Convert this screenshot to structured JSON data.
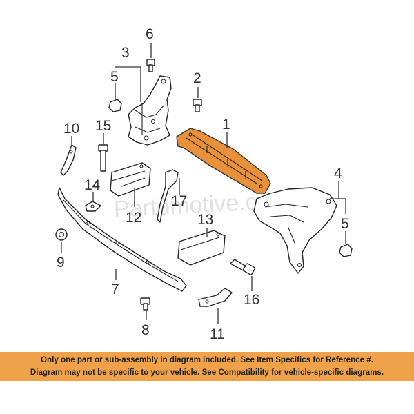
{
  "diagram": {
    "highlight_color": "#e8913a",
    "watermark": "Partomotive.com",
    "callouts": {
      "c1": "1",
      "c2": "2",
      "c3": "3",
      "c4": "4",
      "c5a": "5",
      "c5b": "5",
      "c6": "6",
      "c7": "7",
      "c8": "8",
      "c9": "9",
      "c10": "10",
      "c11": "11",
      "c12": "12",
      "c13": "13",
      "c14": "14",
      "c15": "15",
      "c16": "16",
      "c17": "17"
    }
  },
  "banner": {
    "color": "#f0a24a",
    "line1": "Only one part or sub-assembly in diagram included. See Item Specifics for Reference #.",
    "line2": "Diagram may not be specific to your vehicle. See Compatibility for vehicle-specific diagrams."
  }
}
